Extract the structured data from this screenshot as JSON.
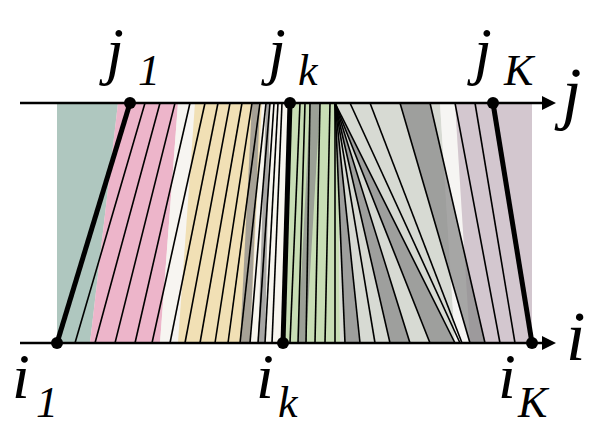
{
  "diagram": {
    "labels": [
      "j",
      "1",
      "j",
      "k",
      "j",
      "K",
      "j",
      "i",
      "1",
      "i",
      "k",
      "i",
      "K",
      "i"
    ]
  }
}
